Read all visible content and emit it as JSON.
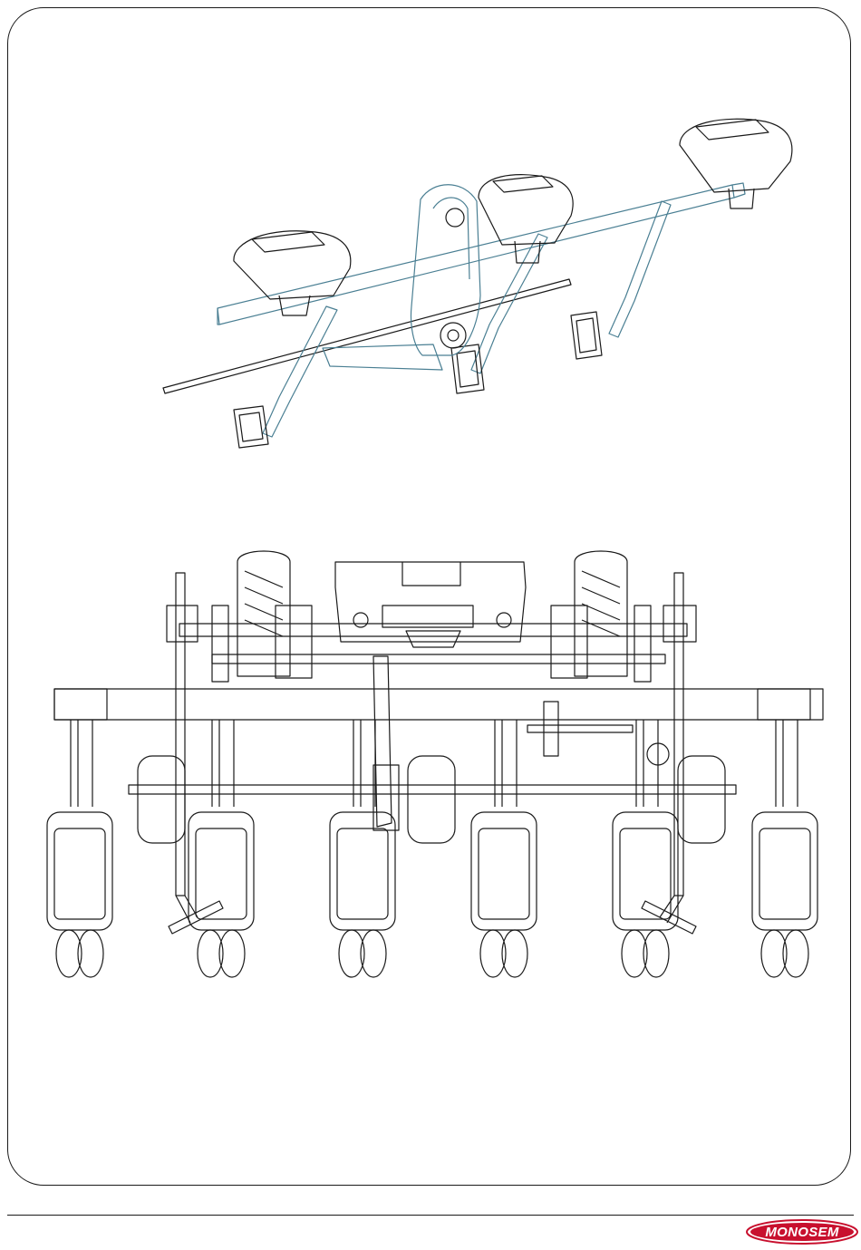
{
  "page": {
    "illustrations": [
      {
        "name": "metering-units-on-toolbar-perspective-view",
        "kind": "line-drawing"
      },
      {
        "name": "planter-rear-elevation-view",
        "kind": "line-drawing"
      }
    ]
  },
  "footer": {
    "brand": "MONOSEM",
    "brand_color": "#c8102e"
  },
  "colors": {
    "line": "#1a1a1a",
    "accent_line": "#4a7f93",
    "paper": "#ffffff"
  }
}
